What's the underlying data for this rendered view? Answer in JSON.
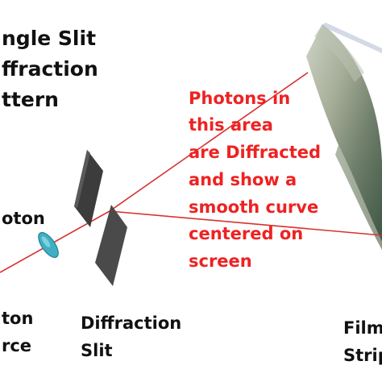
{
  "title": {
    "lines": [
      "ngle Slit",
      "ffraction",
      "ttern"
    ]
  },
  "labels": {
    "photon": "oton",
    "source": [
      "ton",
      "rce"
    ],
    "slit": [
      "Diffraction",
      "Slit"
    ],
    "film": [
      "Film",
      "Strip"
    ]
  },
  "annotation": {
    "lines": [
      "Photons in",
      "this area",
      "are Diffracted",
      "and show a",
      "smooth curve",
      "centered on",
      "screen"
    ]
  },
  "colors": {
    "beam": "#d83030",
    "annotation_text": "#ee2222",
    "label_text": "#111111",
    "slit_panel": "#3c3c3c",
    "photon_lens": "#3fb0c4",
    "film_light": "#c9cfc0",
    "film_dark": "#3f5744"
  },
  "icons": [
    "photon-lens-icon",
    "slit-panel-icon",
    "film-strip-icon"
  ]
}
